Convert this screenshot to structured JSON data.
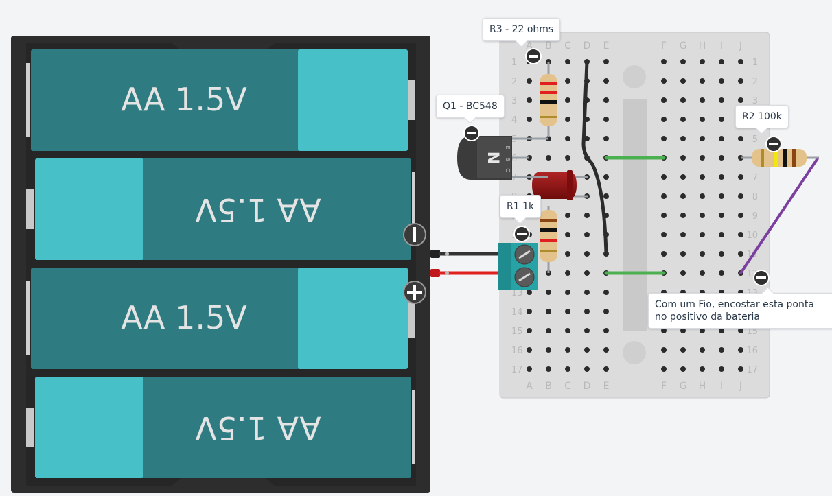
{
  "battery": {
    "cells": [
      "AA 1.5V",
      "AA 1.5V",
      "AA 1.5V",
      "AA 1.5V"
    ],
    "terminal_negative": "minus-icon",
    "terminal_positive": "plus-icon",
    "colors": {
      "case": "#2d2d2d",
      "cell_dark": "#2e7b82",
      "cell_light": "#47c1c7"
    }
  },
  "breadboard": {
    "columns_left": [
      "A",
      "B",
      "C",
      "D",
      "E"
    ],
    "columns_right": [
      "F",
      "G",
      "H",
      "I",
      "J"
    ],
    "rows": [
      "1",
      "2",
      "3",
      "4",
      "5",
      "6",
      "7",
      "8",
      "9",
      "10",
      "11",
      "12",
      "13",
      "14",
      "15",
      "16",
      "17"
    ]
  },
  "components": {
    "transistor_marking": "N",
    "transistor_pins": [
      "C",
      "B",
      "E"
    ]
  },
  "labels": {
    "r3": "R3 - 22 ohms",
    "q1": "Q1 - BC548",
    "r2": "R2 100k",
    "r1": "R1 1k",
    "note": "Com um Fio, encostar esta ponta no positivo da bateria"
  },
  "colors": {
    "wire_red": "#e02020",
    "wire_black": "#333333",
    "wire_green": "#4caf50",
    "wire_purple": "#7b3fa0",
    "led": "#8b1010"
  }
}
